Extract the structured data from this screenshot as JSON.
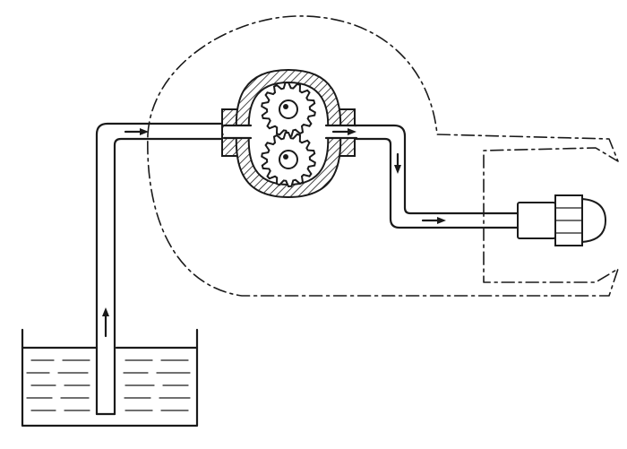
{
  "diagram": {
    "colors": {
      "ink": "#1a1a1a",
      "background": "#ffffff"
    },
    "components": [
      "tank-with-oil",
      "suction-pipe",
      "gear-pump",
      "delivery-pipe",
      "nozzle",
      "housing-outline"
    ],
    "icons": [
      "flow-arrow-icon",
      "gear-icon",
      "nozzle-icon"
    ]
  }
}
